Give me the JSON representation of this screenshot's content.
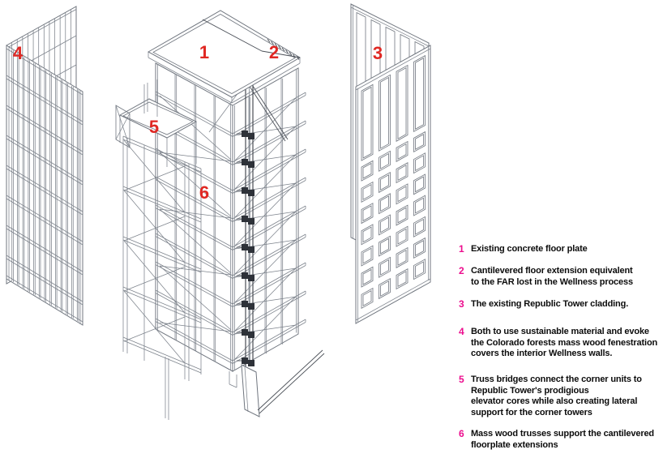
{
  "drawing": {
    "marker_color": "#e02823",
    "line_color": "#7d838c",
    "markers": [
      {
        "label": "1"
      },
      {
        "label": "2"
      },
      {
        "label": "3"
      },
      {
        "label": "4"
      },
      {
        "label": "5"
      },
      {
        "label": "6"
      }
    ]
  },
  "legend": {
    "number_color": "#ec0d8e",
    "items": [
      {
        "num": "1",
        "text": "Existing concrete floor plate"
      },
      {
        "num": "2",
        "text": "Cantilevered floor extension equivalent\nto the FAR lost in the Wellness process"
      },
      {
        "num": "3",
        "text": "The existing Republic Tower cladding."
      },
      {
        "num": "4",
        "text": "Both to use sustainable material and evoke\nthe Colorado forests mass wood fenestration\ncovers the interior Wellness walls."
      },
      {
        "num": "5",
        "text": "Truss bridges connect the corner units to\nRepublic Tower's prodigious\nelevator cores while also creating lateral\nsupport for the corner towers"
      },
      {
        "num": "6",
        "text": "Mass wood trusses support the cantilevered\nfloorplate extensions"
      }
    ]
  }
}
